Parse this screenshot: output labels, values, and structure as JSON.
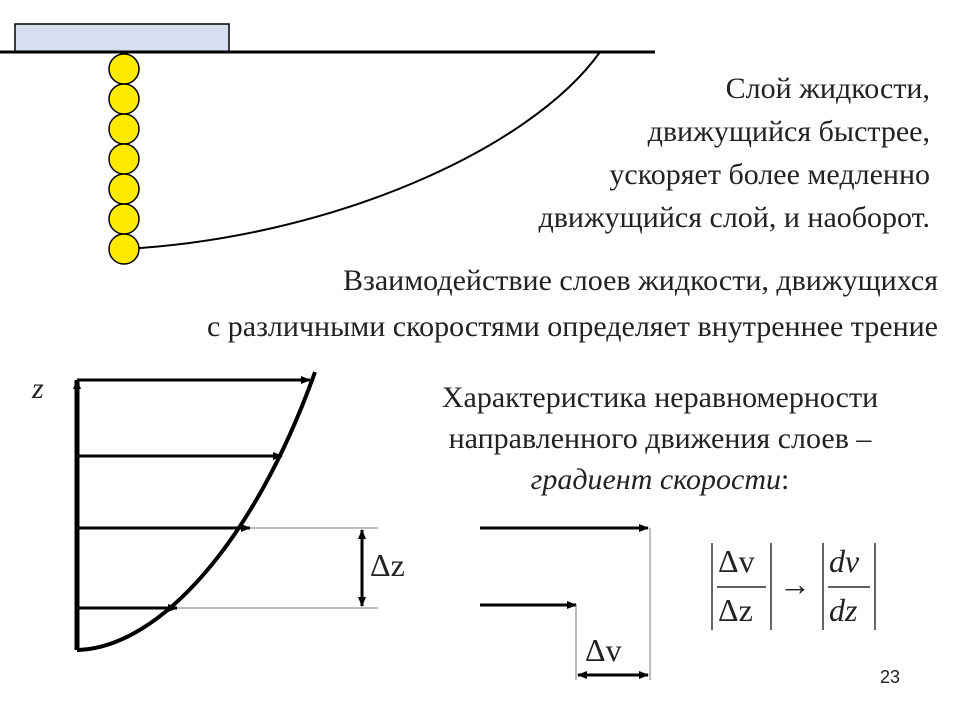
{
  "slide": {
    "page_number": "23",
    "top_text": [
      "Слой жидкости,",
      "движущийся быстрее,",
      "ускоряет более медленно",
      "движущийся слой, и наоборот."
    ],
    "interaction_text": [
      "Взаимодействие слоев жидкости, движущихся",
      "с различными скоростями определяет внутреннее трение"
    ],
    "characteristic_text": [
      "Характеристика неравномерности",
      "направленного движения слоев –"
    ],
    "gradient_label": "градиент скорости",
    "gradient_colon": ":",
    "axis_label": "z",
    "delta_z_label": "Δz",
    "delta_v_label": "Δv",
    "formula": {
      "frac1_num": "Δv",
      "frac1_den": "Δz",
      "arrow": "→",
      "frac2_num": "dv",
      "frac2_den": "dz"
    }
  },
  "colors": {
    "ball_fill": "#ffea00",
    "plate_fill": "#d6def0",
    "text": "#222222"
  },
  "chart_data": {
    "type": "line",
    "title": "",
    "xlabel": "",
    "ylabel": "z",
    "velocity_arrows": 4,
    "grid": false
  }
}
